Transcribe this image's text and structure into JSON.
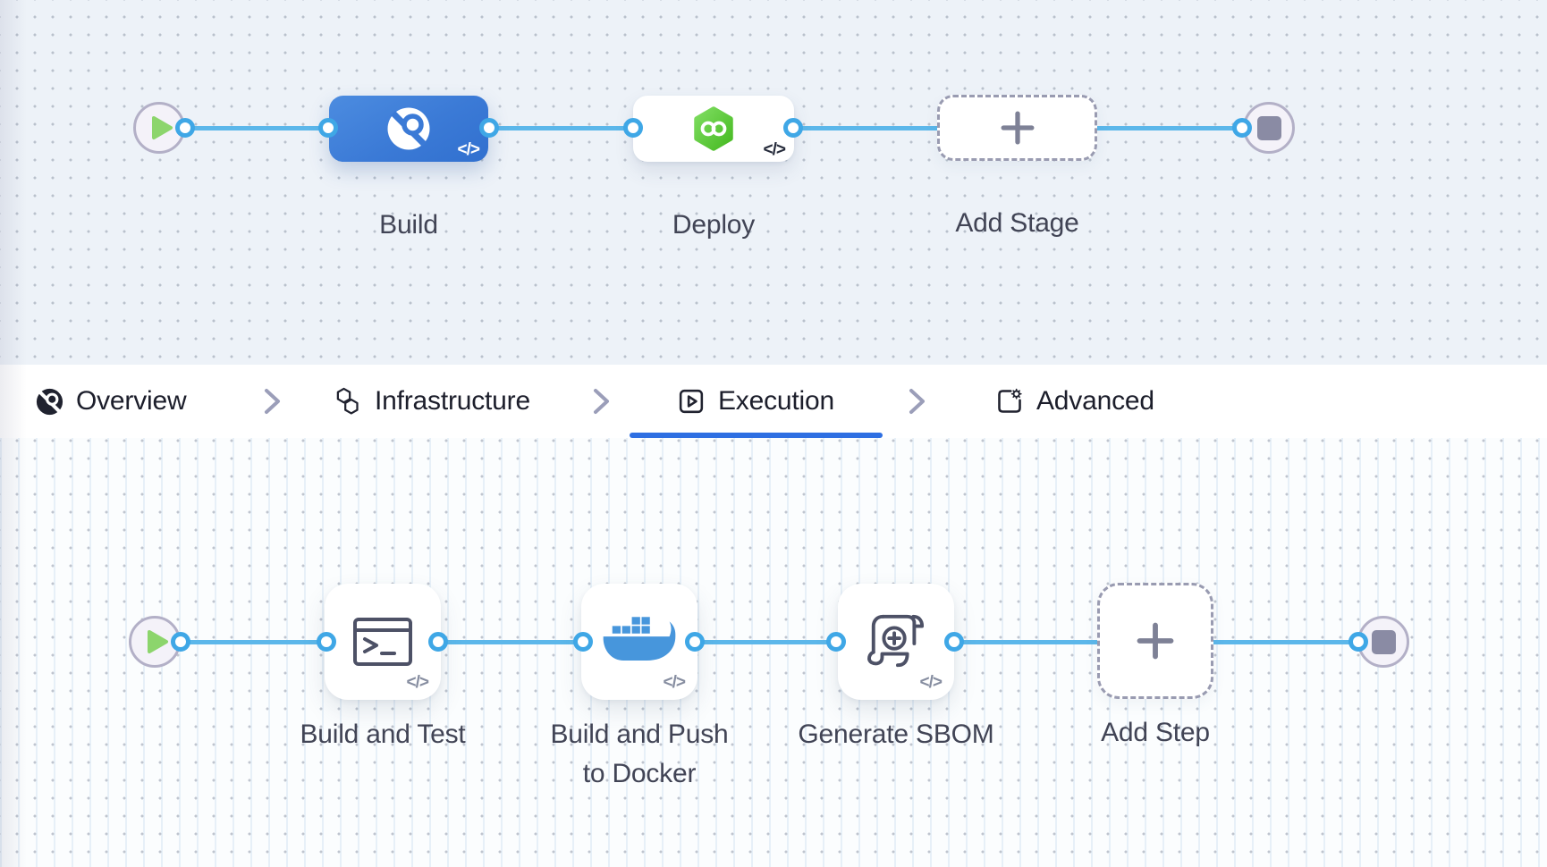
{
  "stage_canvas": {
    "stages": [
      {
        "label": "Build",
        "icon": "harness-ci-build-icon",
        "code_badge": "</>"
      },
      {
        "label": "Deploy",
        "icon": "harness-cd-deploy-icon",
        "code_badge": "</>"
      }
    ],
    "add_stage_label": "Add Stage"
  },
  "tab_bar": {
    "tabs": [
      {
        "label": "Overview",
        "icon": "overview-icon",
        "active": false
      },
      {
        "label": "Infrastructure",
        "icon": "infrastructure-icon",
        "active": false
      },
      {
        "label": "Execution",
        "icon": "execution-icon",
        "active": true
      },
      {
        "label": "Advanced",
        "icon": "advanced-icon",
        "active": false
      }
    ]
  },
  "execution_canvas": {
    "steps": [
      {
        "label": "Build and Test",
        "icon": "terminal-icon",
        "code_badge": "</>"
      },
      {
        "label": "Build and Push to Docker",
        "label_lines": [
          "Build and Push",
          "to Docker"
        ],
        "icon": "docker-icon",
        "code_badge": "</>"
      },
      {
        "label": "Generate SBOM",
        "icon": "sbom-scroll-icon",
        "code_badge": "</>"
      }
    ],
    "add_step_label": "Add Step"
  },
  "icons": {
    "start": "play-icon",
    "end": "stop-icon",
    "add": "plus-icon",
    "separator": "chevron-right-icon"
  },
  "colors": {
    "connector_blue": "#5cb7ea",
    "connector_dot_blue": "#3fa7e6",
    "stage_build_blue": "#3b7ad6",
    "harness_green": "#4cbd28",
    "docker_blue": "#4796dc",
    "active_tab_underline": "#2e6fe2",
    "start_play_green": "#8cd56c"
  }
}
